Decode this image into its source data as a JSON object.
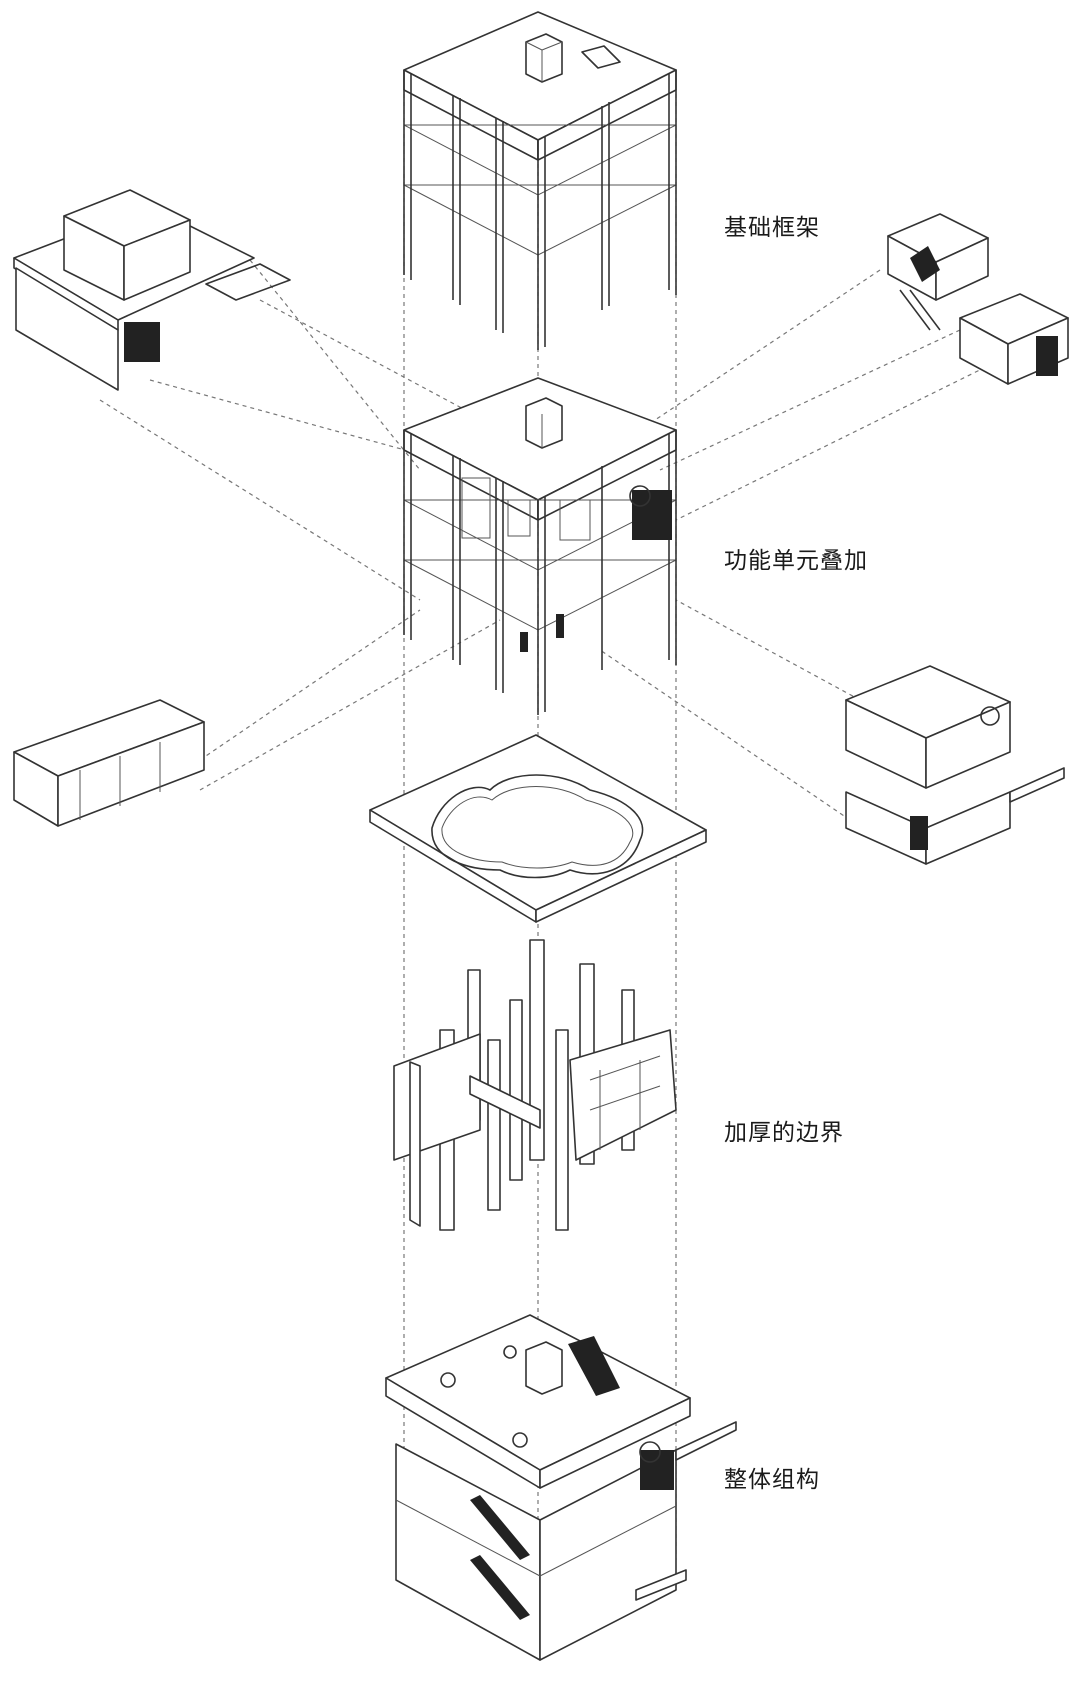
{
  "stages": [
    {
      "label": "基础框架"
    },
    {
      "label": "功能单元叠加"
    },
    {
      "label": "加厚的边界"
    },
    {
      "label": "整体组构"
    }
  ],
  "colors": {
    "line": "#333333",
    "fill": "#ffffff",
    "dark": "#222222",
    "dash": "#777777"
  }
}
